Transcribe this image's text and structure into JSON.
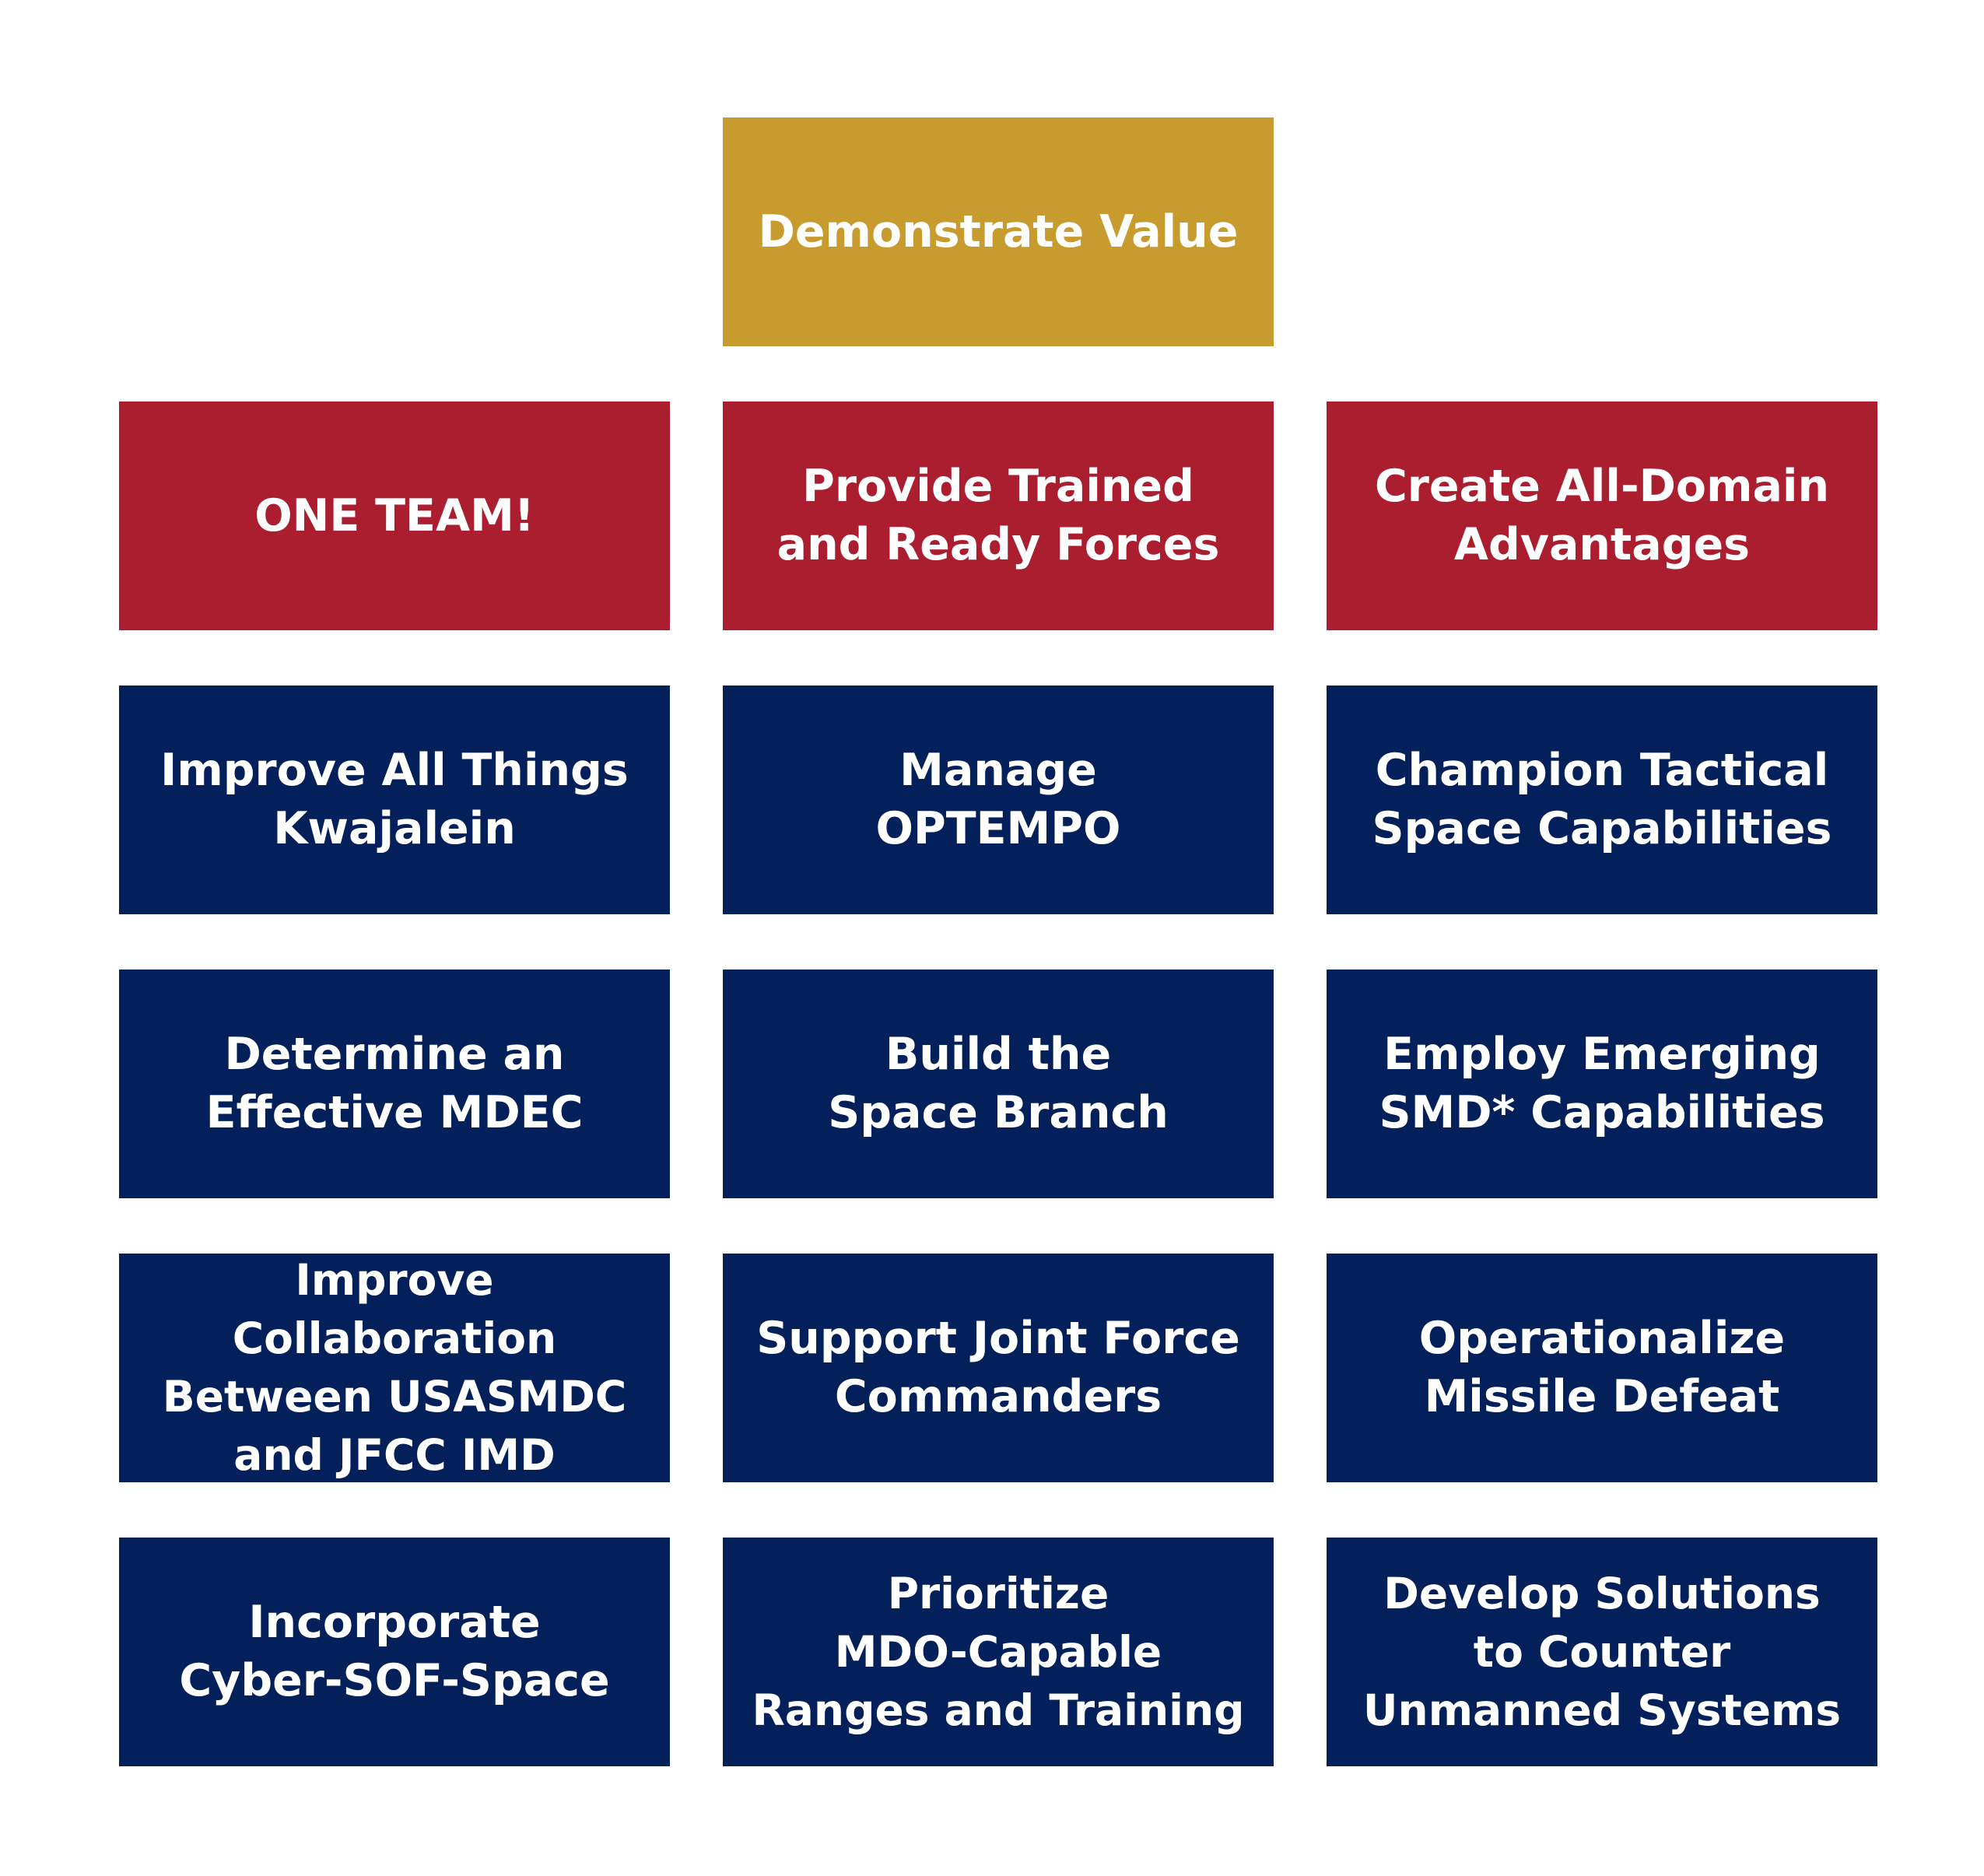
{
  "top": {
    "label": "Demonstrate Value",
    "color": "#c89b2e"
  },
  "priorities": [
    {
      "label": "ONE TEAM!"
    },
    {
      "label": "Provide Trained\nand Ready Forces"
    },
    {
      "label": "Create All-Domain\nAdvantages"
    }
  ],
  "objectives": [
    {
      "label": "Improve All Things\nKwajalein"
    },
    {
      "label": "Manage\nOPTEMPO"
    },
    {
      "label": "Champion Tactical\nSpace Capabilities"
    },
    {
      "label": "Determine an\nEffective MDEC"
    },
    {
      "label": "Build the\nSpace Branch"
    },
    {
      "label": "Employ Emerging\nSMD* Capabilities"
    },
    {
      "label": "Improve Collaboration\nBetween USASMDC\nand JFCC IMD"
    },
    {
      "label": "Support Joint Force\nCommanders"
    },
    {
      "label": "Operationalize\nMissile Defeat"
    },
    {
      "label": "Incorporate\nCyber-SOF-Space"
    },
    {
      "label": "Prioritize\nMDO-Capable\nRanges and Training"
    },
    {
      "label": "Develop Solutions\nto Counter\nUnmanned Systems"
    }
  ],
  "colors": {
    "gold": "#c89b2e",
    "red": "#ab1e30",
    "navy": "#04205a"
  }
}
